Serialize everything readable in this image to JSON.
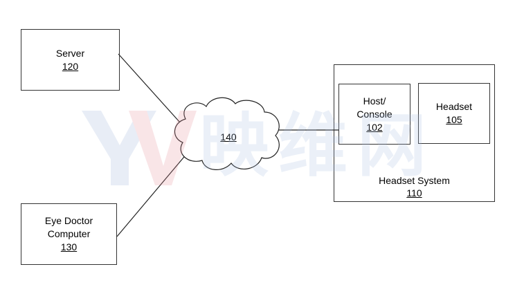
{
  "nodes": {
    "server": {
      "name": "Server",
      "ref": "120"
    },
    "eye_doctor": {
      "name_line1": "Eye Doctor",
      "name_line2": "Computer",
      "ref": "130"
    },
    "network": {
      "ref": "140"
    },
    "host": {
      "name_line1": "Host/",
      "name_line2": "Console",
      "ref": "102"
    },
    "headset": {
      "name": "Headset",
      "ref": "105"
    },
    "headset_system": {
      "name": "Headset System",
      "ref": "110"
    }
  },
  "watermark": {
    "text": "映维网",
    "colors": {
      "y": "#9ab0d8",
      "v": "#e58c97",
      "hanzi": "#a8bde0"
    }
  }
}
